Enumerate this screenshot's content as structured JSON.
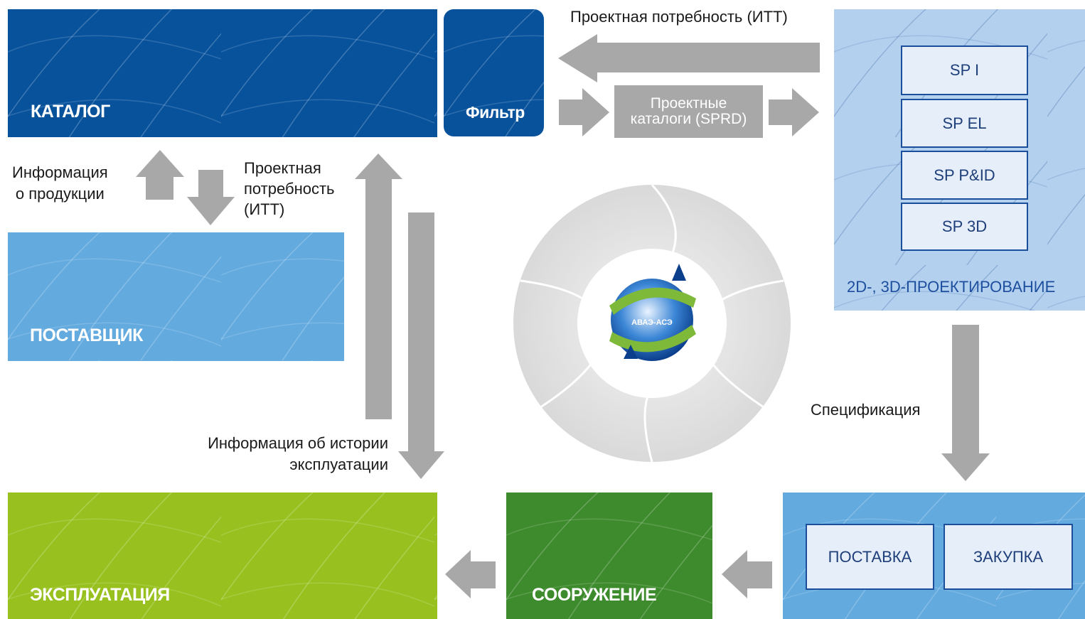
{
  "blocks": {
    "catalog": "КАТАЛОГ",
    "filter": "Фильтр",
    "supplier": "ПОСТАВЩИК",
    "design": "2D-, 3D-ПРОЕКТИРОВАНИЕ",
    "operation": "ЭКСПЛУАТАЦИЯ",
    "construction": "СООРУЖЕНИЕ"
  },
  "design_modules": [
    "SP I",
    "SP EL",
    "SP P&ID",
    "SP 3D"
  ],
  "procurement": {
    "delivery": "ПОСТАВКА",
    "purchase": "ЗАКУПКА"
  },
  "project_catalogs": {
    "line1": "Проектные",
    "line2": "каталоги (SPRD)"
  },
  "labels": {
    "top_demand": "Проектная потребность (ИТТ)",
    "product_info": {
      "line1": "Информация",
      "line2": "о продукции"
    },
    "demand": {
      "line1": "Проектная",
      "line2": "потребность",
      "line3": "(ИТТ)"
    },
    "history": {
      "line1": "Информация об истории",
      "line2": "эксплуатации"
    },
    "specification": "Спецификация"
  },
  "logo_text": "АВАЭ-АСЭ",
  "colors": {
    "catalog": "#08529c",
    "supplier": "#63aadf",
    "design": "#b3d1ef",
    "operation": "#98c11f",
    "construction": "#3e8b2d",
    "procurement": "#63aadf",
    "arrow": "#a8a8a8"
  }
}
